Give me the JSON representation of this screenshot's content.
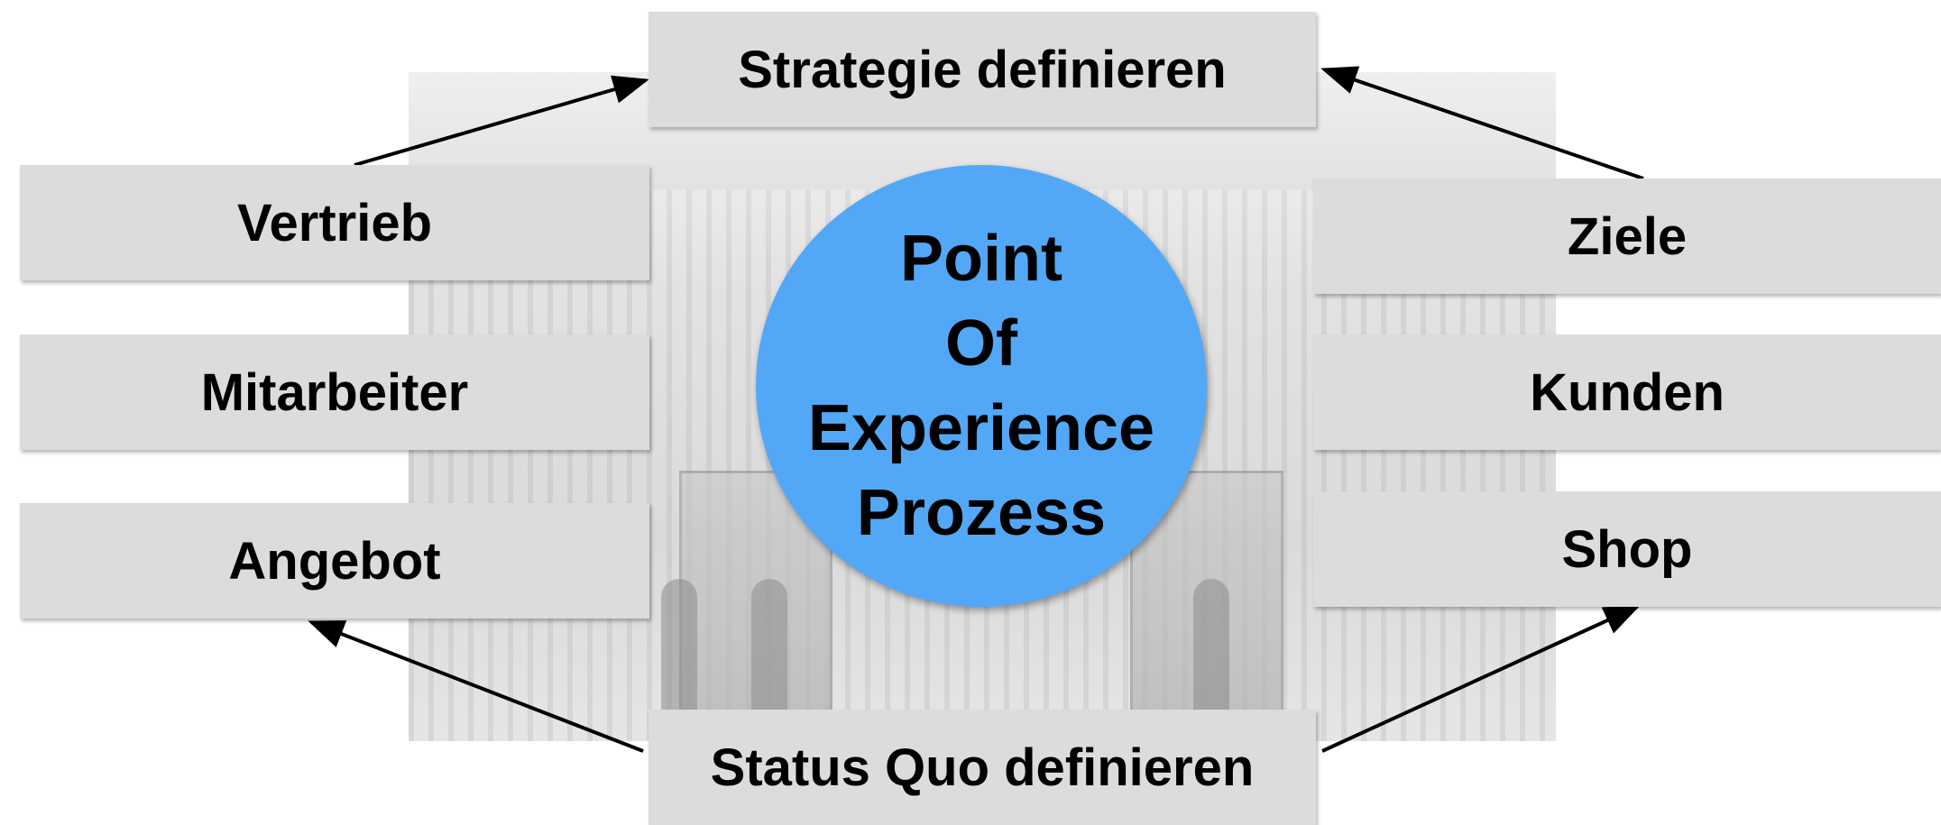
{
  "diagram": {
    "top_box": "Strategie definieren",
    "bottom_box": "Status Quo definieren",
    "left_boxes": [
      "Vertrieb",
      "Mitarbeiter",
      "Angebot"
    ],
    "right_boxes": [
      "Ziele",
      "Kunden",
      "Shop"
    ],
    "center": {
      "lines": [
        "Point",
        "Of",
        "Experience",
        "Prozess"
      ]
    },
    "colors": {
      "center_fill": "#52a8f7",
      "box_fill": "#dcdcde",
      "arrow": "#000000"
    }
  }
}
